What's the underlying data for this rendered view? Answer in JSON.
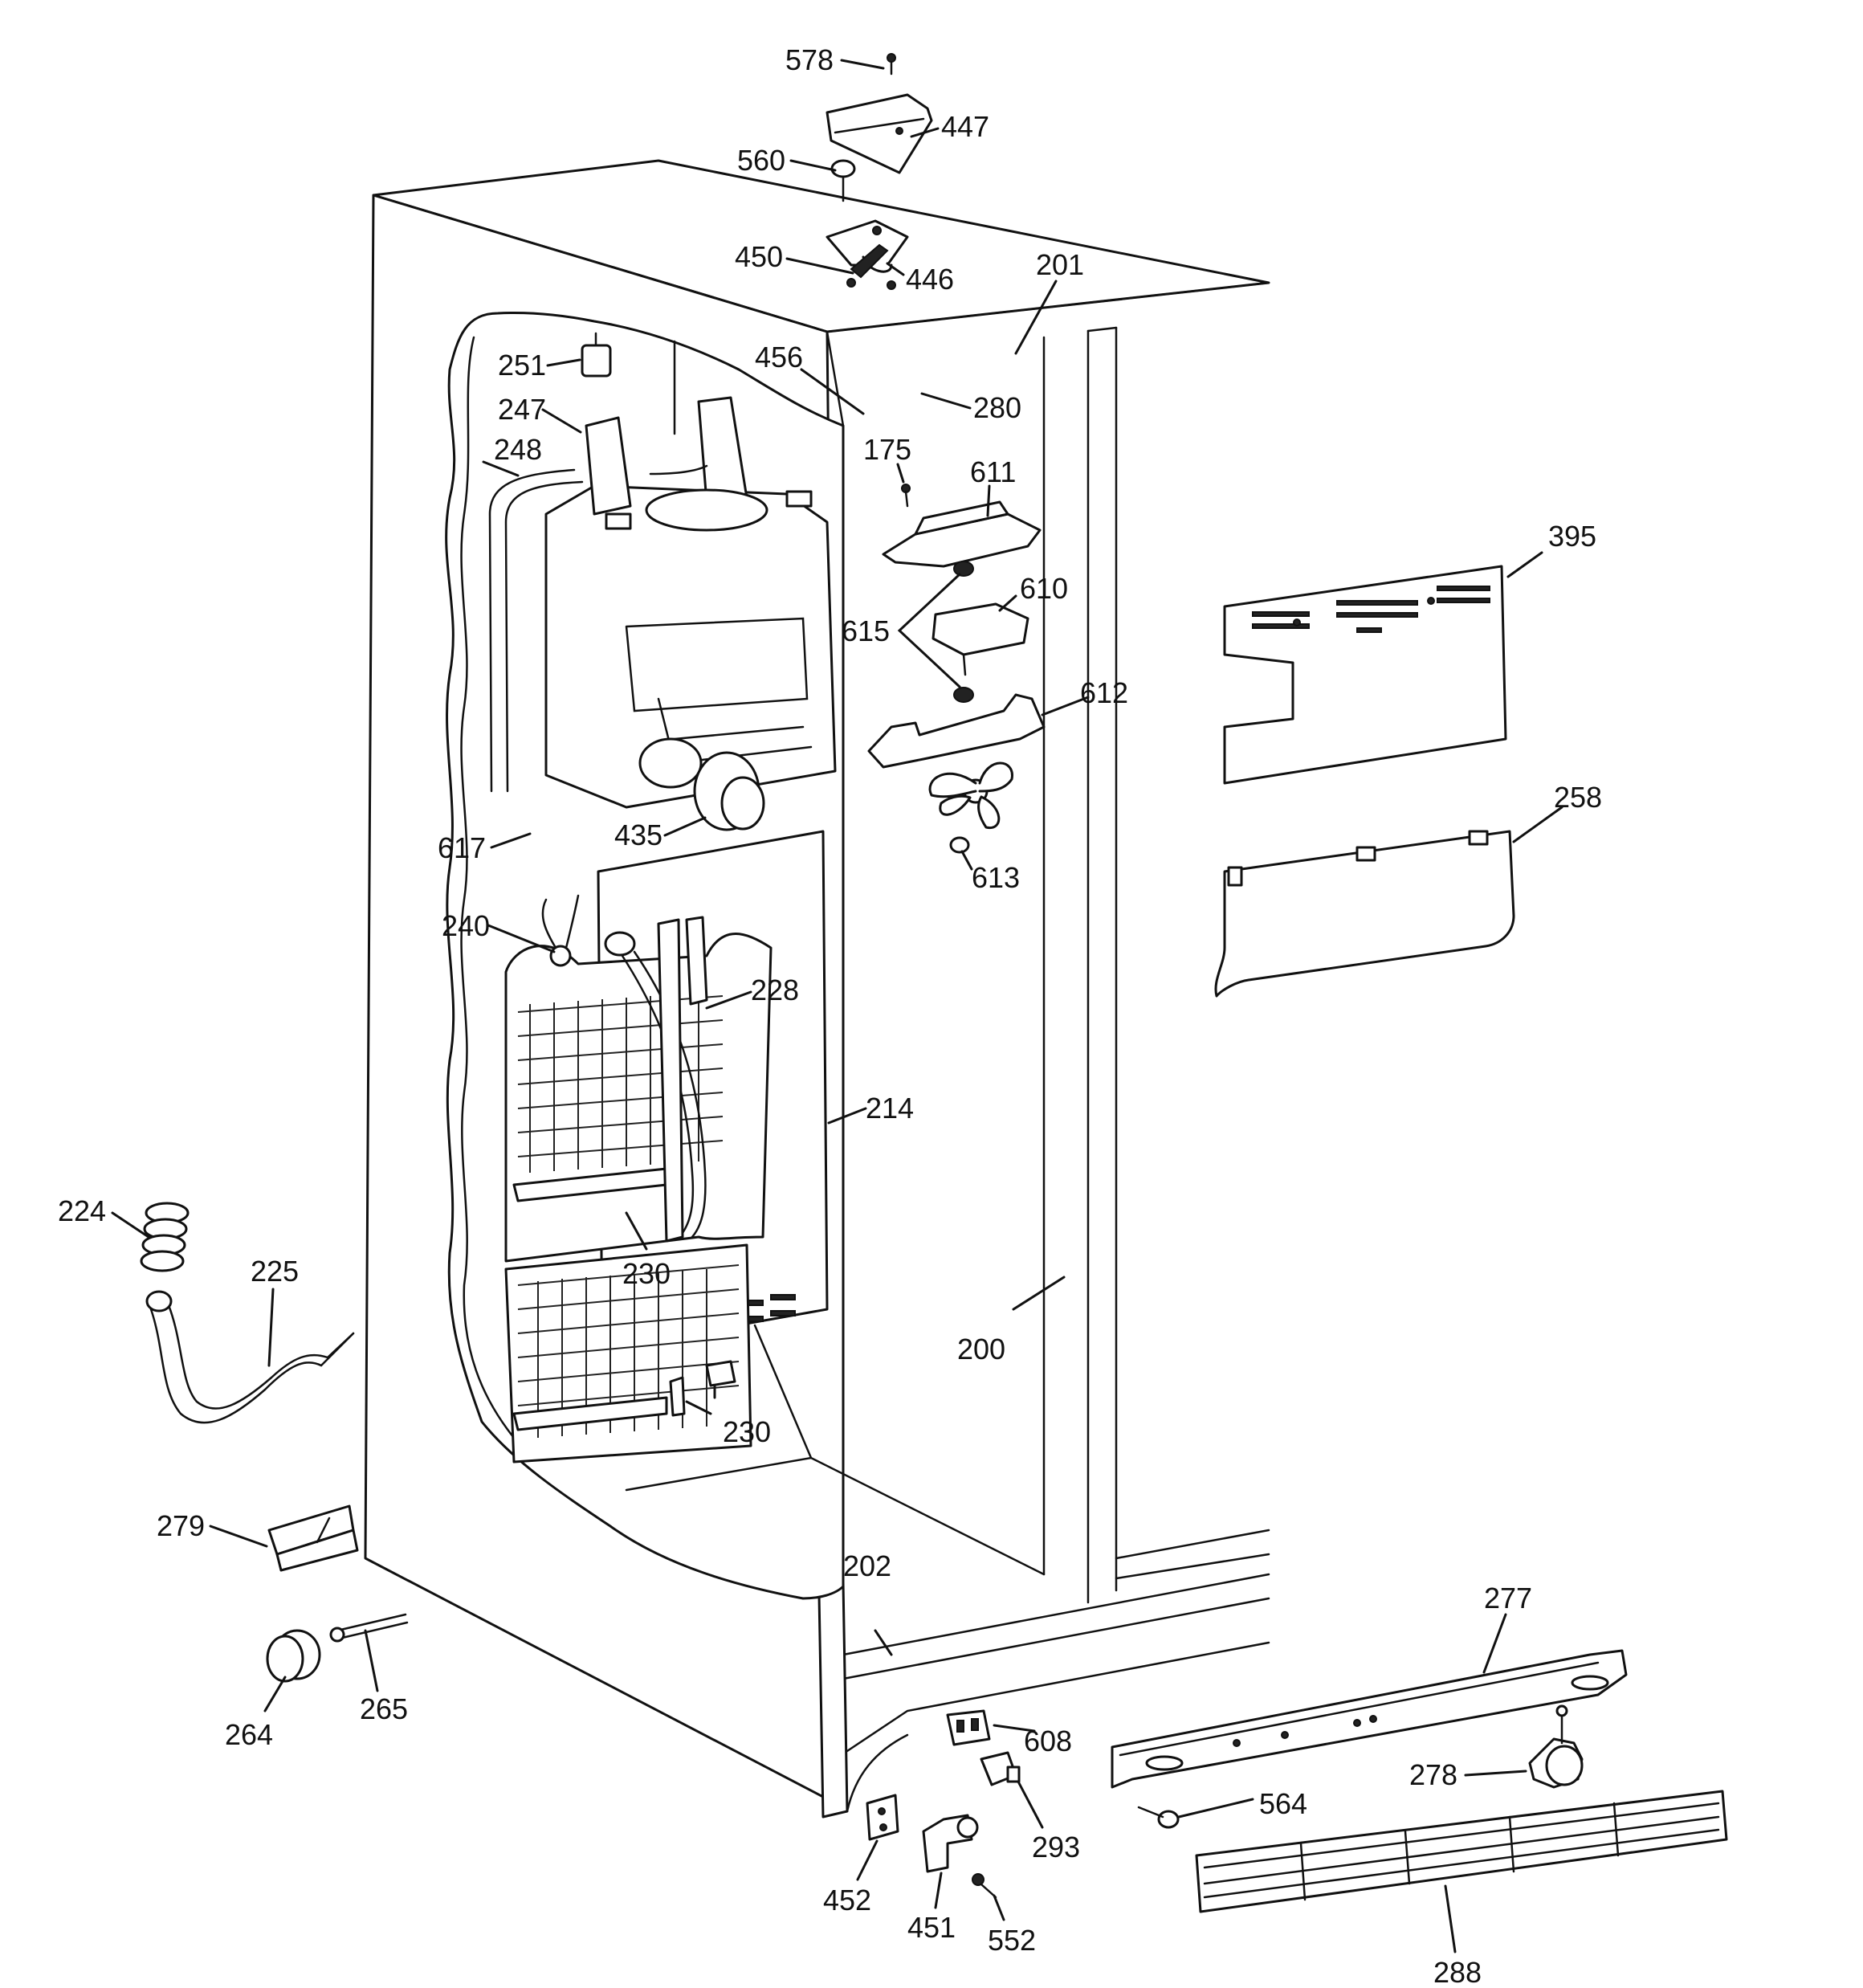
{
  "colors": {
    "line": "#111111",
    "background": "#ffffff"
  },
  "callouts": {
    "p578": "578",
    "p447": "447",
    "p560": "560",
    "p450": "450",
    "p446": "446",
    "p201": "201",
    "p456": "456",
    "p251": "251",
    "p280": "280",
    "p247": "247",
    "p248": "248",
    "p175": "175",
    "p611": "611",
    "p395": "395",
    "p610": "610",
    "p615": "615",
    "p612": "612",
    "p617": "617",
    "p435": "435",
    "p613": "613",
    "p258": "258",
    "p240": "240",
    "p228": "228",
    "p214": "214",
    "p224": "224",
    "p225": "225",
    "p230a": "230",
    "p230b": "230",
    "p200": "200",
    "p279": "279",
    "p202": "202",
    "p277": "277",
    "p265": "265",
    "p264": "264",
    "p608": "608",
    "p278": "278",
    "p564": "564",
    "p293": "293",
    "p452": "452",
    "p451": "451",
    "p552": "552",
    "p288": "288"
  }
}
